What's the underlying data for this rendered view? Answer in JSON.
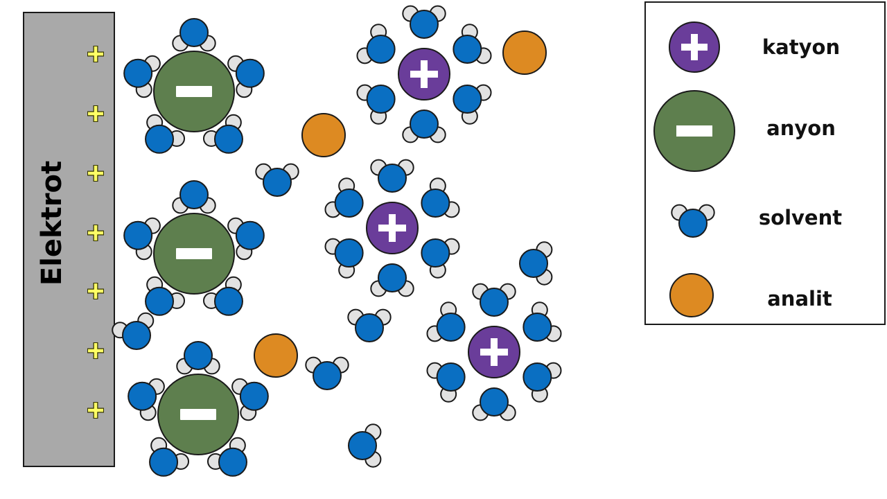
{
  "electrode": {
    "label": "Elektrot",
    "charge_symbol": "+",
    "charge_count": 7
  },
  "legend": {
    "items": [
      {
        "key": "cation",
        "label": "katyon",
        "color": "#6a3d9a"
      },
      {
        "key": "anion",
        "label": "anyon",
        "color": "#5e7f4e"
      },
      {
        "key": "solvent",
        "label": "solvent",
        "color": "#0a6fc2"
      },
      {
        "key": "analyte",
        "label": "analit",
        "color": "#dd8a22"
      }
    ]
  },
  "colors": {
    "electrode": "#a9a9a9",
    "plus_sign": "#ffff66",
    "solvent_h": "#e2e2e2",
    "outline": "#1a1a1a"
  },
  "counts": {
    "anions": 3,
    "cations": 3,
    "analytes": 3,
    "free_solvent": 6
  }
}
